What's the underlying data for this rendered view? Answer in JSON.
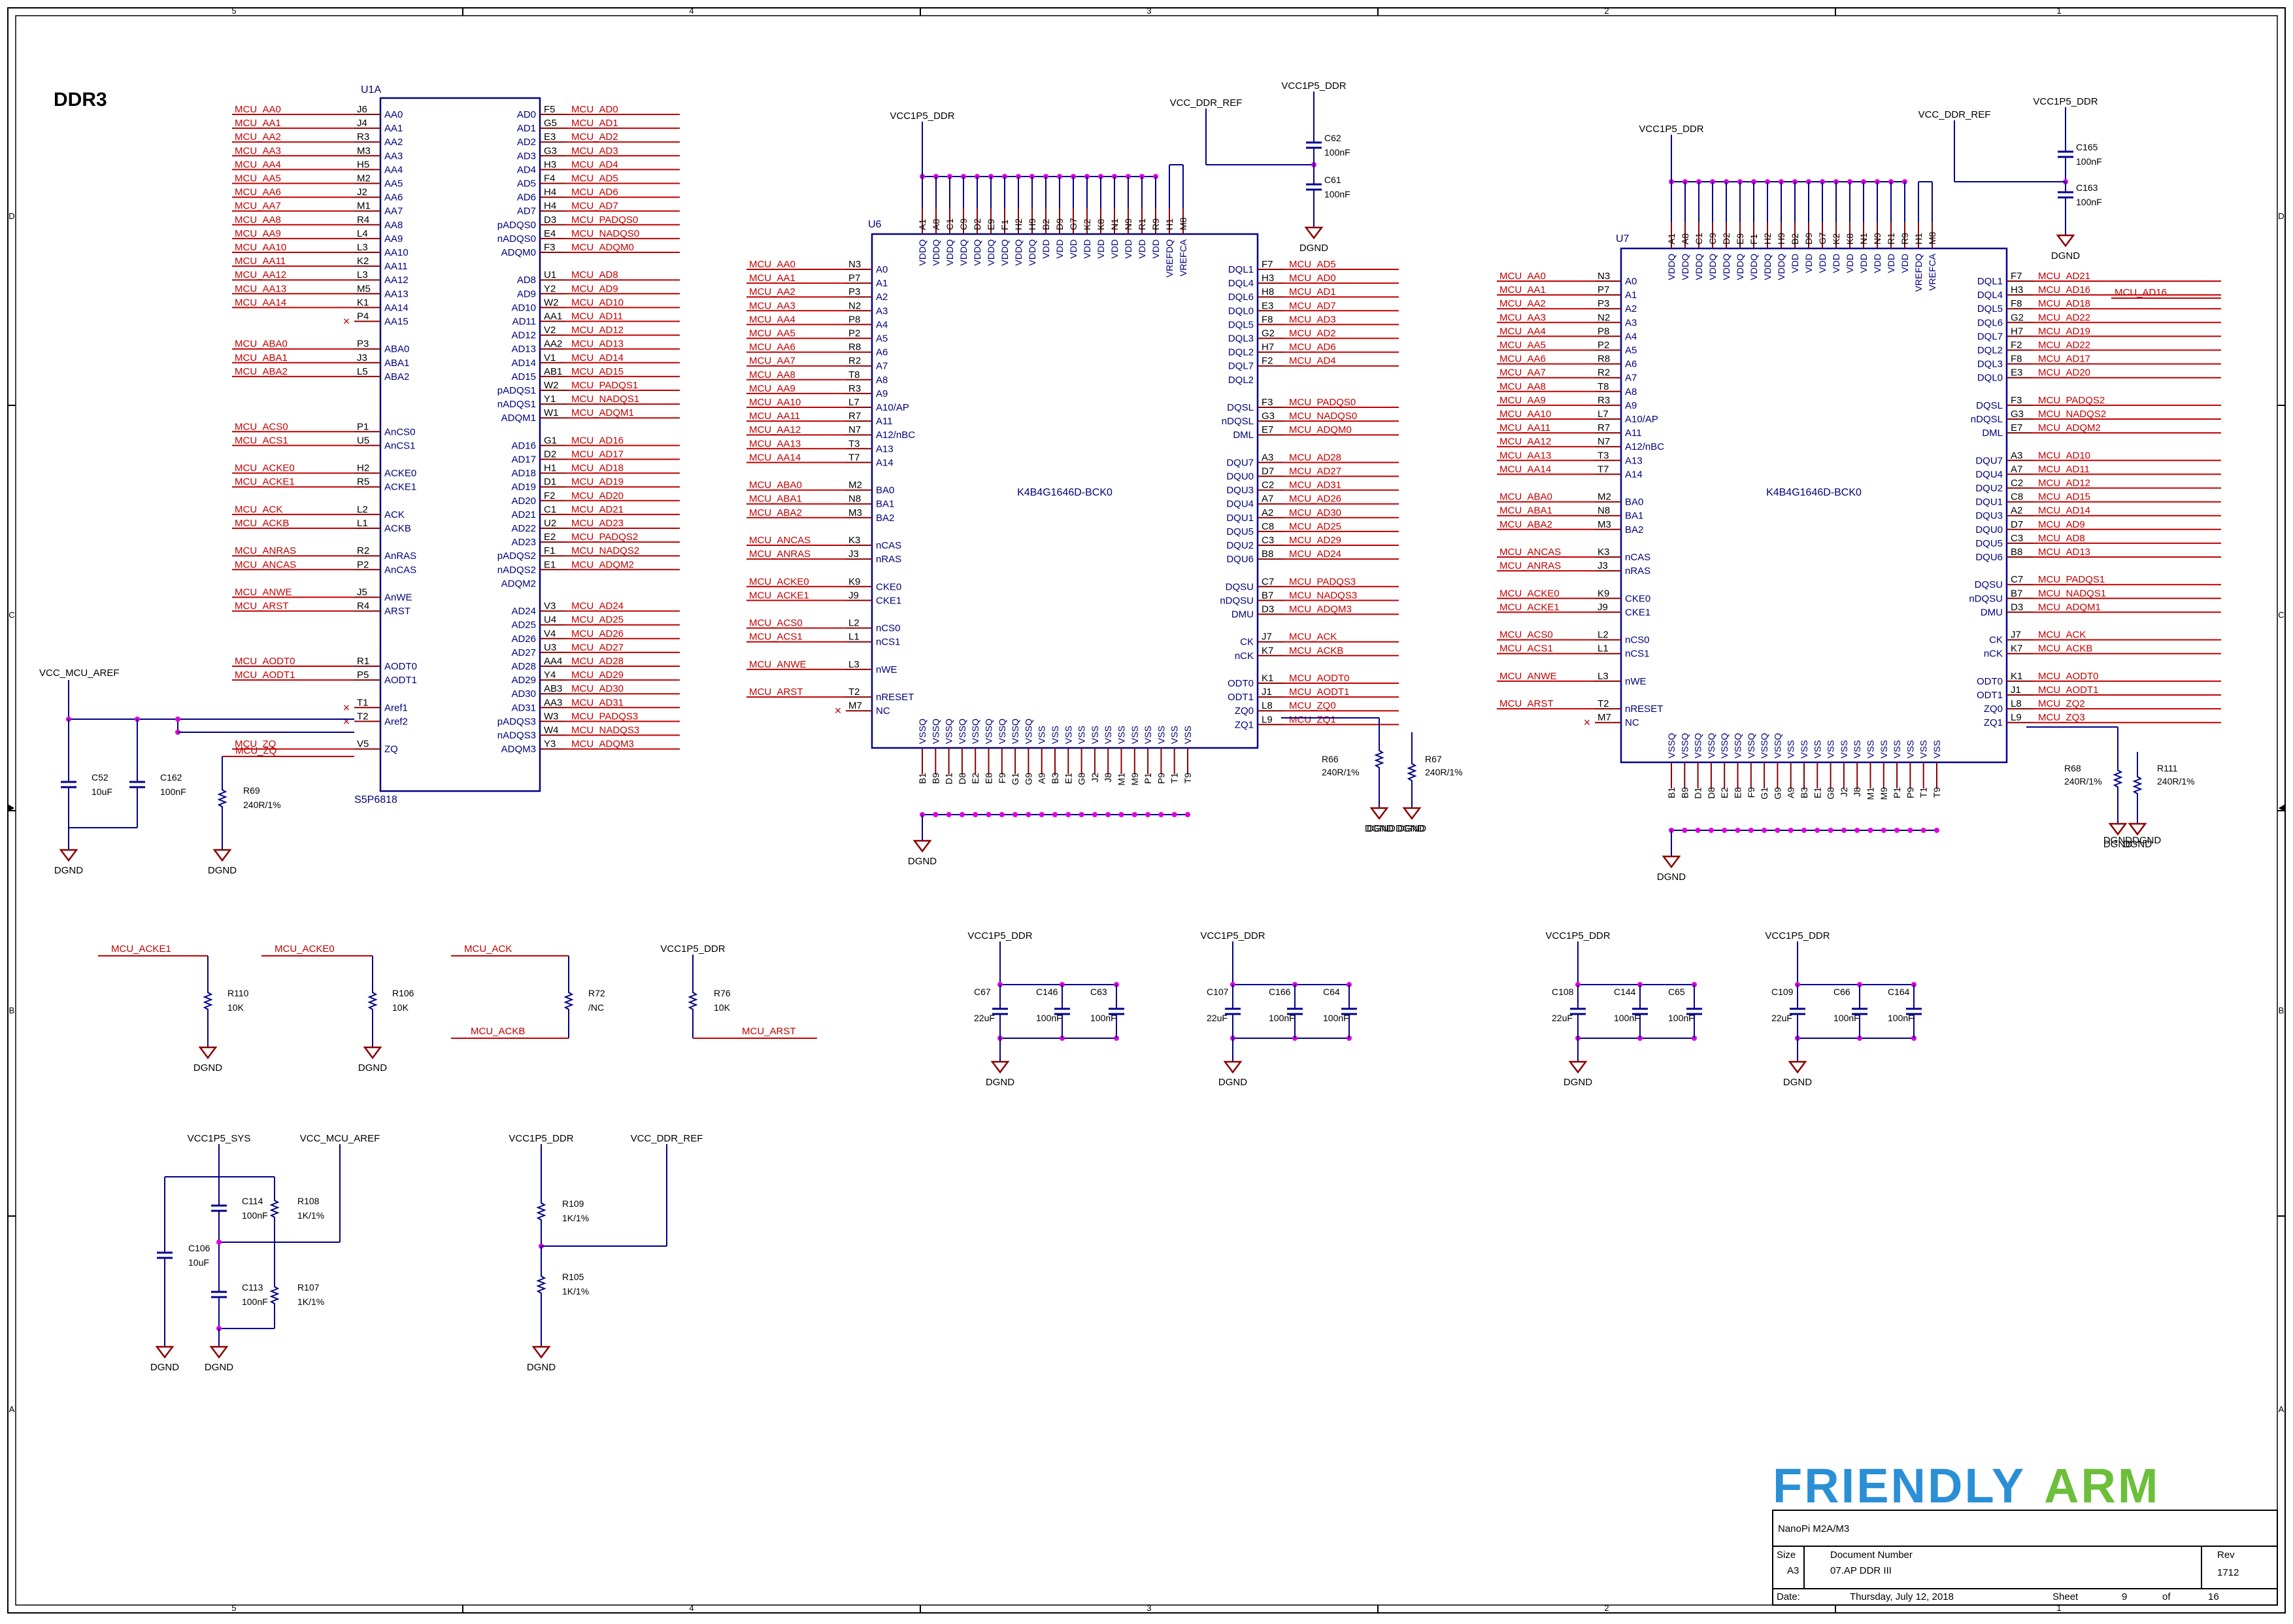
{
  "sheet": {
    "title": "DDR3",
    "col_numbers": [
      "5",
      "4",
      "3",
      "2",
      "1"
    ],
    "row_letters": [
      "D",
      "C",
      "B",
      "A"
    ]
  },
  "colors": {
    "net": "#c00000",
    "wire": "#00008b",
    "pin": "#8b0000",
    "junction": "#e000e0",
    "text": "#00007a",
    "logo_blue": "#2b8fd6",
    "logo_green": "#6cbf3a"
  },
  "logo": {
    "part1": "FRIENDLY",
    "part2": "ARM"
  },
  "title_block": {
    "project": "NanoPi M2A/M3",
    "size_label": "Size",
    "size": "A3",
    "docnum_label": "Document Number",
    "docnum": "07.AP DDR III",
    "rev_label": "Rev",
    "rev": "1712",
    "date_label": "Date:",
    "date": "Thursday, July 12, 2018",
    "sheet_label": "Sheet",
    "sheet_no": "9",
    "of_label": "of",
    "sheet_total": "16"
  },
  "u1a": {
    "ref": "U1A",
    "part": "S5P6818",
    "left": [
      [
        "MCU_AA0",
        "J6",
        "AA0"
      ],
      [
        "MCU_AA1",
        "J4",
        "AA1"
      ],
      [
        "MCU_AA2",
        "R3",
        "AA2"
      ],
      [
        "MCU_AA3",
        "M3",
        "AA3"
      ],
      [
        "MCU_AA4",
        "H5",
        "AA4"
      ],
      [
        "MCU_AA5",
        "M2",
        "AA5"
      ],
      [
        "MCU_AA6",
        "J2",
        "AA6"
      ],
      [
        "MCU_AA7",
        "M1",
        "AA7"
      ],
      [
        "MCU_AA8",
        "R4",
        "AA8"
      ],
      [
        "MCU_AA9",
        "L4",
        "AA9"
      ],
      [
        "MCU_AA10",
        "L3",
        "AA10"
      ],
      [
        "MCU_AA11",
        "K2",
        "AA11"
      ],
      [
        "MCU_AA12",
        "L3",
        "AA12"
      ],
      [
        "MCU_AA13",
        "M5",
        "AA13"
      ],
      [
        "MCU_AA14",
        "K1",
        "AA14"
      ],
      [
        "",
        "P4",
        "AA15"
      ],
      [
        "",
        "",
        ""
      ],
      [
        "MCU_ABA0",
        "P3",
        "ABA0"
      ],
      [
        "MCU_ABA1",
        "J3",
        "ABA1"
      ],
      [
        "MCU_ABA2",
        "L5",
        "ABA2"
      ],
      [
        "",
        "",
        ""
      ],
      [
        "",
        "",
        ""
      ],
      [
        "",
        "",
        ""
      ],
      [
        "MCU_ACS0",
        "P1",
        "AnCS0"
      ],
      [
        "MCU_ACS1",
        "U5",
        "AnCS1"
      ],
      [
        "",
        "",
        ""
      ],
      [
        "MCU_ACKE0",
        "H2",
        "ACKE0"
      ],
      [
        "MCU_ACKE1",
        "R5",
        "ACKE1"
      ],
      [
        "",
        "",
        ""
      ],
      [
        "MCU_ACK",
        "L2",
        "ACK"
      ],
      [
        "MCU_ACKB",
        "L1",
        "ACKB"
      ],
      [
        "",
        "",
        ""
      ],
      [
        "MCU_ANRAS",
        "R2",
        "AnRAS"
      ],
      [
        "MCU_ANCAS",
        "P2",
        "AnCAS"
      ],
      [
        "",
        "",
        ""
      ],
      [
        "MCU_ANWE",
        "J5",
        "AnWE"
      ],
      [
        "MCU_ARST",
        "R4",
        "ARST"
      ],
      [
        "",
        "",
        ""
      ],
      [
        "",
        "",
        ""
      ],
      [
        "",
        "",
        ""
      ],
      [
        "MCU_AODT0",
        "R1",
        "AODT0"
      ],
      [
        "MCU_AODT1",
        "P5",
        "AODT1"
      ],
      [
        "",
        "",
        ""
      ],
      [
        "",
        "T1",
        "Aref1"
      ],
      [
        "",
        "T2",
        "Aref2"
      ],
      [
        "",
        "",
        ""
      ],
      [
        "MCU_ZQ",
        "V5",
        "ZQ"
      ]
    ],
    "right": [
      [
        "AD0",
        "F5",
        "MCU_AD0"
      ],
      [
        "AD1",
        "G5",
        "MCU_AD1"
      ],
      [
        "AD2",
        "E3",
        "MCU_AD2"
      ],
      [
        "AD3",
        "G3",
        "MCU_AD3"
      ],
      [
        "AD4",
        "H3",
        "MCU_AD4"
      ],
      [
        "AD5",
        "F4",
        "MCU_AD5"
      ],
      [
        "AD6",
        "H4",
        "MCU_AD6"
      ],
      [
        "AD7",
        "H4",
        "MCU_AD7"
      ],
      [
        "pADQS0",
        "D3",
        "MCU_PADQS0"
      ],
      [
        "nADQS0",
        "E4",
        "MCU_NADQS0"
      ],
      [
        "ADQM0",
        "F3",
        "MCU_ADQM0"
      ],
      [
        "",
        "",
        ""
      ],
      [
        "AD8",
        "U1",
        "MCU_AD8"
      ],
      [
        "AD9",
        "Y2",
        "MCU_AD9"
      ],
      [
        "AD10",
        "W2",
        "MCU_AD10"
      ],
      [
        "AD11",
        "AA1",
        "MCU_AD11"
      ],
      [
        "AD12",
        "V2",
        "MCU_AD12"
      ],
      [
        "AD13",
        "AA2",
        "MCU_AD13"
      ],
      [
        "AD14",
        "V1",
        "MCU_AD14"
      ],
      [
        "AD15",
        "AB1",
        "MCU_AD15"
      ],
      [
        "pADQS1",
        "W2",
        "MCU_PADQS1"
      ],
      [
        "nADQS1",
        "Y1",
        "MCU_NADQS1"
      ],
      [
        "ADQM1",
        "W1",
        "MCU_ADQM1"
      ],
      [
        "",
        "",
        ""
      ],
      [
        "AD16",
        "G1",
        "MCU_AD16"
      ],
      [
        "AD17",
        "D2",
        "MCU_AD17"
      ],
      [
        "AD18",
        "H1",
        "MCU_AD18"
      ],
      [
        "AD19",
        "D1",
        "MCU_AD19"
      ],
      [
        "AD20",
        "F2",
        "MCU_AD20"
      ],
      [
        "AD21",
        "C1",
        "MCU_AD21"
      ],
      [
        "AD22",
        "U2",
        "MCU_AD23"
      ],
      [
        "AD23",
        "E2",
        "MCU_PADQS2"
      ],
      [
        "pADQS2",
        "F1",
        "MCU_NADQS2"
      ],
      [
        "nADQS2",
        "E1",
        "MCU_ADQM2"
      ],
      [
        "ADQM2",
        "",
        ""
      ],
      [
        "",
        "",
        ""
      ],
      [
        "AD24",
        "V3",
        "MCU_AD24"
      ],
      [
        "AD25",
        "U4",
        "MCU_AD25"
      ],
      [
        "AD26",
        "V4",
        "MCU_AD26"
      ],
      [
        "AD27",
        "U3",
        "MCU_AD27"
      ],
      [
        "AD28",
        "AA4",
        "MCU_AD28"
      ],
      [
        "AD29",
        "Y4",
        "MCU_AD29"
      ],
      [
        "AD30",
        "AB3",
        "MCU_AD30"
      ],
      [
        "AD31",
        "AA3",
        "MCU_AD31"
      ],
      [
        "pADQS3",
        "W3",
        "MCU_PADQS3"
      ],
      [
        "nADQS3",
        "W4",
        "MCU_NADQS3"
      ],
      [
        "ADQM3",
        "Y3",
        "MCU_ADQM3"
      ]
    ]
  },
  "u6": {
    "ref": "U6",
    "part": "K4B4G1646D-BCK0",
    "left": [
      [
        "MCU_AA0",
        "N3",
        "A0"
      ],
      [
        "MCU_AA1",
        "P7",
        "A1"
      ],
      [
        "MCU_AA2",
        "P3",
        "A2"
      ],
      [
        "MCU_AA3",
        "N2",
        "A3"
      ],
      [
        "MCU_AA4",
        "P8",
        "A4"
      ],
      [
        "MCU_AA5",
        "P2",
        "A5"
      ],
      [
        "MCU_AA6",
        "R8",
        "A6"
      ],
      [
        "MCU_AA7",
        "R2",
        "A7"
      ],
      [
        "MCU_AA8",
        "T8",
        "A8"
      ],
      [
        "MCU_AA9",
        "R3",
        "A9"
      ],
      [
        "MCU_AA10",
        "L7",
        "A10/AP"
      ],
      [
        "MCU_AA11",
        "R7",
        "A11"
      ],
      [
        "MCU_AA12",
        "N7",
        "A12/nBC"
      ],
      [
        "MCU_AA13",
        "T3",
        "A13"
      ],
      [
        "MCU_AA14",
        "T7",
        "A14"
      ],
      [
        "",
        "",
        ""
      ],
      [
        "MCU_ABA0",
        "M2",
        "BA0"
      ],
      [
        "MCU_ABA1",
        "N8",
        "BA1"
      ],
      [
        "MCU_ABA2",
        "M3",
        "BA2"
      ],
      [
        "",
        "",
        ""
      ],
      [
        "MCU_ANCAS",
        "K3",
        "nCAS"
      ],
      [
        "MCU_ANRAS",
        "J3",
        "nRAS"
      ],
      [
        "",
        "",
        ""
      ],
      [
        "MCU_ACKE0",
        "K9",
        "CKE0"
      ],
      [
        "MCU_ACKE1",
        "J9",
        "CKE1"
      ],
      [
        "",
        "",
        ""
      ],
      [
        "MCU_ACS0",
        "L2",
        "nCS0"
      ],
      [
        "MCU_ACS1",
        "L1",
        "nCS1"
      ],
      [
        "",
        "",
        ""
      ],
      [
        "MCU_ANWE",
        "L3",
        "nWE"
      ],
      [
        "",
        "",
        ""
      ],
      [
        "MCU_ARST",
        "T2",
        "nRESET"
      ],
      [
        "",
        "M7",
        "NC"
      ]
    ],
    "right": [
      [
        "DQL1",
        "F7",
        "MCU_AD5"
      ],
      [
        "DQL4",
        "H3",
        "MCU_AD0"
      ],
      [
        "DQL6",
        "H8",
        "MCU_AD1"
      ],
      [
        "DQL0",
        "E3",
        "MCU_AD7"
      ],
      [
        "DQL5",
        "F8",
        "MCU_AD3"
      ],
      [
        "DQL3",
        "G2",
        "MCU_AD2"
      ],
      [
        "DQL2",
        "H7",
        "MCU_AD6"
      ],
      [
        "DQL7",
        "F2",
        "MCU_AD4"
      ],
      [
        "DQL2",
        "",
        ""
      ],
      [
        "",
        "",
        ""
      ],
      [
        "DQSL",
        "F3",
        "MCU_PADQS0"
      ],
      [
        "nDQSL",
        "G3",
        "MCU_NADQS0"
      ],
      [
        "DML",
        "E7",
        "MCU_ADQM0"
      ],
      [
        "",
        "",
        ""
      ],
      [
        "DQU7",
        "A3",
        "MCU_AD28"
      ],
      [
        "DQU0",
        "D7",
        "MCU_AD27"
      ],
      [
        "DQU3",
        "C2",
        "MCU_AD31"
      ],
      [
        "DQU4",
        "A7",
        "MCU_AD26"
      ],
      [
        "DQU1",
        "A2",
        "MCU_AD30"
      ],
      [
        "DQU5",
        "C8",
        "MCU_AD25"
      ],
      [
        "DQU2",
        "C3",
        "MCU_AD29"
      ],
      [
        "DQU6",
        "B8",
        "MCU_AD24"
      ],
      [
        "",
        "",
        ""
      ],
      [
        "DQSU",
        "C7",
        "MCU_PADQS3"
      ],
      [
        "nDQSU",
        "B7",
        "MCU_NADQS3"
      ],
      [
        "DMU",
        "D3",
        "MCU_ADQM3"
      ],
      [
        "",
        "",
        ""
      ],
      [
        "CK",
        "J7",
        "MCU_ACK"
      ],
      [
        "nCK",
        "K7",
        "MCU_ACKB"
      ],
      [
        "",
        "",
        ""
      ],
      [
        "ODT0",
        "K1",
        "MCU_AODT0"
      ],
      [
        "ODT1",
        "J1",
        "MCU_AODT1"
      ],
      [
        "ZQ0",
        "L8",
        "MCU_ZQ0"
      ],
      [
        "ZQ1",
        "L9",
        "MCU_ZQ1"
      ]
    ],
    "top_pins": [
      "A1",
      "A8",
      "C1",
      "C9",
      "D2",
      "E9",
      "F1",
      "H2",
      "H9",
      "B2",
      "D9",
      "G7",
      "K2",
      "K8",
      "N1",
      "N9",
      "R1",
      "R9",
      "H1",
      "M8"
    ],
    "top_names": [
      "VDDQ",
      "VDDQ",
      "VDDQ",
      "VDDQ",
      "VDDQ",
      "VDDQ",
      "VDDQ",
      "VDDQ",
      "VDDQ",
      "VDD",
      "VDD",
      "VDD",
      "VDD",
      "VDD",
      "VDD",
      "VDD",
      "VDD",
      "VDD",
      "VREFDQ",
      "VREFCA"
    ],
    "bot_pins": [
      "B1",
      "B9",
      "D1",
      "D8",
      "E2",
      "E8",
      "F9",
      "G1",
      "G9",
      "A9",
      "B3",
      "E1",
      "G8",
      "J2",
      "J8",
      "M1",
      "M9",
      "P1",
      "P9",
      "T1",
      "T9"
    ],
    "bot_names": [
      "VSSQ",
      "VSSQ",
      "VSSQ",
      "VSSQ",
      "VSSQ",
      "VSSQ",
      "VSSQ",
      "VSSQ",
      "VSSQ",
      "VSS",
      "VSS",
      "VSS",
      "VSS",
      "VSS",
      "VSS",
      "VSS",
      "VSS",
      "VSS",
      "VSS",
      "VSS",
      "VSS"
    ]
  },
  "u7": {
    "ref": "U7",
    "part": "K4B4G1646D-BCK0",
    "left": [
      [
        "MCU_AA0",
        "N3",
        "A0"
      ],
      [
        "MCU_AA1",
        "P7",
        "A1"
      ],
      [
        "MCU_AA2",
        "P3",
        "A2"
      ],
      [
        "MCU_AA3",
        "N2",
        "A3"
      ],
      [
        "MCU_AA4",
        "P8",
        "A4"
      ],
      [
        "MCU_AA5",
        "P2",
        "A5"
      ],
      [
        "MCU_AA6",
        "R8",
        "A6"
      ],
      [
        "MCU_AA7",
        "R2",
        "A7"
      ],
      [
        "MCU_AA8",
        "T8",
        "A8"
      ],
      [
        "MCU_AA9",
        "R3",
        "A9"
      ],
      [
        "MCU_AA10",
        "L7",
        "A10/AP"
      ],
      [
        "MCU_AA11",
        "R7",
        "A11"
      ],
      [
        "MCU_AA12",
        "N7",
        "A12/nBC"
      ],
      [
        "MCU_AA13",
        "T3",
        "A13"
      ],
      [
        "MCU_AA14",
        "T7",
        "A14"
      ],
      [
        "",
        "",
        ""
      ],
      [
        "MCU_ABA0",
        "M2",
        "BA0"
      ],
      [
        "MCU_ABA1",
        "N8",
        "BA1"
      ],
      [
        "MCU_ABA2",
        "M3",
        "BA2"
      ],
      [
        "",
        "",
        ""
      ],
      [
        "MCU_ANCAS",
        "K3",
        "nCAS"
      ],
      [
        "MCU_ANRAS",
        "J3",
        "nRAS"
      ],
      [
        "",
        "",
        ""
      ],
      [
        "MCU_ACKE0",
        "K9",
        "CKE0"
      ],
      [
        "MCU_ACKE1",
        "J9",
        "CKE1"
      ],
      [
        "",
        "",
        ""
      ],
      [
        "MCU_ACS0",
        "L2",
        "nCS0"
      ],
      [
        "MCU_ACS1",
        "L1",
        "nCS1"
      ],
      [
        "",
        "",
        ""
      ],
      [
        "MCU_ANWE",
        "L3",
        "nWE"
      ],
      [
        "",
        "",
        ""
      ],
      [
        "MCU_ARST",
        "T2",
        "nRESET"
      ],
      [
        "",
        "M7",
        "NC"
      ]
    ],
    "right": [
      [
        "DQL1",
        "F7",
        "MCU_AD21"
      ],
      [
        "DQL4",
        "H3",
        "MCU_AD16"
      ],
      [
        "DQL5",
        "F8",
        "MCU_AD18"
      ],
      [
        "DQL6",
        "G2",
        "MCU_AD22"
      ],
      [
        "DQL7",
        "H7",
        "MCU_AD19"
      ],
      [
        "DQL2",
        "F2",
        "MCU_AD22"
      ],
      [
        "DQL3",
        "F8",
        "MCU_AD17"
      ],
      [
        "DQL0",
        "E3",
        "MCU_AD20"
      ],
      [
        "",
        "",
        ""
      ],
      [
        "DQSL",
        "F3",
        "MCU_PADQS2"
      ],
      [
        "nDQSL",
        "G3",
        "MCU_NADQS2"
      ],
      [
        "DML",
        "E7",
        "MCU_ADQM2"
      ],
      [
        "",
        "",
        ""
      ],
      [
        "DQU7",
        "A3",
        "MCU_AD10"
      ],
      [
        "DQU4",
        "A7",
        "MCU_AD11"
      ],
      [
        "DQU2",
        "C2",
        "MCU_AD12"
      ],
      [
        "DQU1",
        "C8",
        "MCU_AD15"
      ],
      [
        "DQU3",
        "A2",
        "MCU_AD14"
      ],
      [
        "DQU0",
        "D7",
        "MCU_AD9"
      ],
      [
        "DQU5",
        "C3",
        "MCU_AD8"
      ],
      [
        "DQU6",
        "B8",
        "MCU_AD13"
      ],
      [
        "",
        "",
        ""
      ],
      [
        "DQSU",
        "C7",
        "MCU_PADQS1"
      ],
      [
        "nDQSU",
        "B7",
        "MCU_NADQS1"
      ],
      [
        "DMU",
        "D3",
        "MCU_ADQM1"
      ],
      [
        "",
        "",
        ""
      ],
      [
        "CK",
        "J7",
        "MCU_ACK"
      ],
      [
        "nCK",
        "K7",
        "MCU_ACKB"
      ],
      [
        "",
        "",
        ""
      ],
      [
        "ODT0",
        "K1",
        "MCU_AODT0"
      ],
      [
        "ODT1",
        "J1",
        "MCU_AODT1"
      ],
      [
        "ZQ0",
        "L8",
        "MCU_ZQ2"
      ],
      [
        "ZQ1",
        "L9",
        "MCU_ZQ3"
      ]
    ],
    "top_pins": [
      "A1",
      "A8",
      "C1",
      "C9",
      "D2",
      "E9",
      "F1",
      "H2",
      "H9",
      "B2",
      "D9",
      "G7",
      "K2",
      "K8",
      "N1",
      "N9",
      "R1",
      "R9",
      "H1",
      "M8"
    ],
    "top_names": [
      "VDDQ",
      "VDDQ",
      "VDDQ",
      "VDDQ",
      "VDDQ",
      "VDDQ",
      "VDDQ",
      "VDDQ",
      "VDDQ",
      "VDD",
      "VDD",
      "VDD",
      "VDD",
      "VDD",
      "VDD",
      "VDD",
      "VDD",
      "VDD",
      "VREFDQ",
      "VREFCA"
    ],
    "bot_pins": [
      "B1",
      "B9",
      "D1",
      "D8",
      "E2",
      "E8",
      "F9",
      "G1",
      "G9",
      "A9",
      "B3",
      "E1",
      "G8",
      "J2",
      "J8",
      "M1",
      "M9",
      "P1",
      "P9",
      "T1",
      "T9"
    ],
    "bot_names": [
      "VSSQ",
      "VSSQ",
      "VSSQ",
      "VSSQ",
      "VSSQ",
      "VSSQ",
      "VSSQ",
      "VSSQ",
      "VSSQ",
      "VSS",
      "VSS",
      "VSS",
      "VSS",
      "VSS",
      "VSS",
      "VSS",
      "VSS",
      "VSS",
      "VSS",
      "VSS",
      "VSS"
    ],
    "extra_net": "MCU_AD16"
  },
  "nets": {
    "vcc1p5": "VCC1P5_DDR",
    "vccddrref": "VCC_DDR_REF",
    "vccmcuaref": "VCC_MCU_AREF",
    "vcc1p5sys": "VCC1P5_SYS",
    "dgnd": "DGND",
    "acke1": "MCU_ACKE1",
    "acke0": "MCU_ACKE0",
    "ack": "MCU_ACK",
    "ackb": "MCU_ACKB",
    "arst": "MCU_ARST",
    "zq": "MCU_ZQ"
  },
  "parts": {
    "c62": [
      "C62",
      "100nF"
    ],
    "c61": [
      "C61",
      "100nF"
    ],
    "c165": [
      "C165",
      "100nF"
    ],
    "c163": [
      "C163",
      "100nF"
    ],
    "c52": [
      "C52",
      "10uF"
    ],
    "c162": [
      "C162",
      "100nF"
    ],
    "r69": [
      "R69",
      "240R/1%"
    ],
    "r66": [
      "R66",
      "240R/1%"
    ],
    "r67": [
      "R67",
      "240R/1%"
    ],
    "r68": [
      "R68",
      "240R/1%"
    ],
    "r111": [
      "R111",
      "240R/1%"
    ],
    "r110": [
      "R110",
      "10K"
    ],
    "r106": [
      "R106",
      "10K"
    ],
    "r72": [
      "R72",
      "/NC"
    ],
    "r76": [
      "R76",
      "10K"
    ],
    "c114": [
      "C114",
      "100nF"
    ],
    "c113": [
      "C113",
      "100nF"
    ],
    "c106": [
      "C106",
      "10uF"
    ],
    "r108": [
      "R108",
      "1K/1%"
    ],
    "r107": [
      "R107",
      "1K/1%"
    ],
    "r109": [
      "R109",
      "1K/1%"
    ],
    "r105": [
      "R105",
      "1K/1%"
    ],
    "dec1": [
      [
        "C67",
        "22uF"
      ],
      [
        "C146",
        "100nF"
      ],
      [
        "C63",
        "100nF"
      ]
    ],
    "dec2": [
      [
        "C107",
        "22uF"
      ],
      [
        "C166",
        "100nF"
      ],
      [
        "C64",
        "100nF"
      ]
    ],
    "dec3": [
      [
        "C108",
        "22uF"
      ],
      [
        "C144",
        "100nF"
      ],
      [
        "C65",
        "100nF"
      ]
    ],
    "dec4": [
      [
        "C109",
        "22uF"
      ],
      [
        "C66",
        "100nF"
      ],
      [
        "C164",
        "100nF"
      ]
    ]
  }
}
